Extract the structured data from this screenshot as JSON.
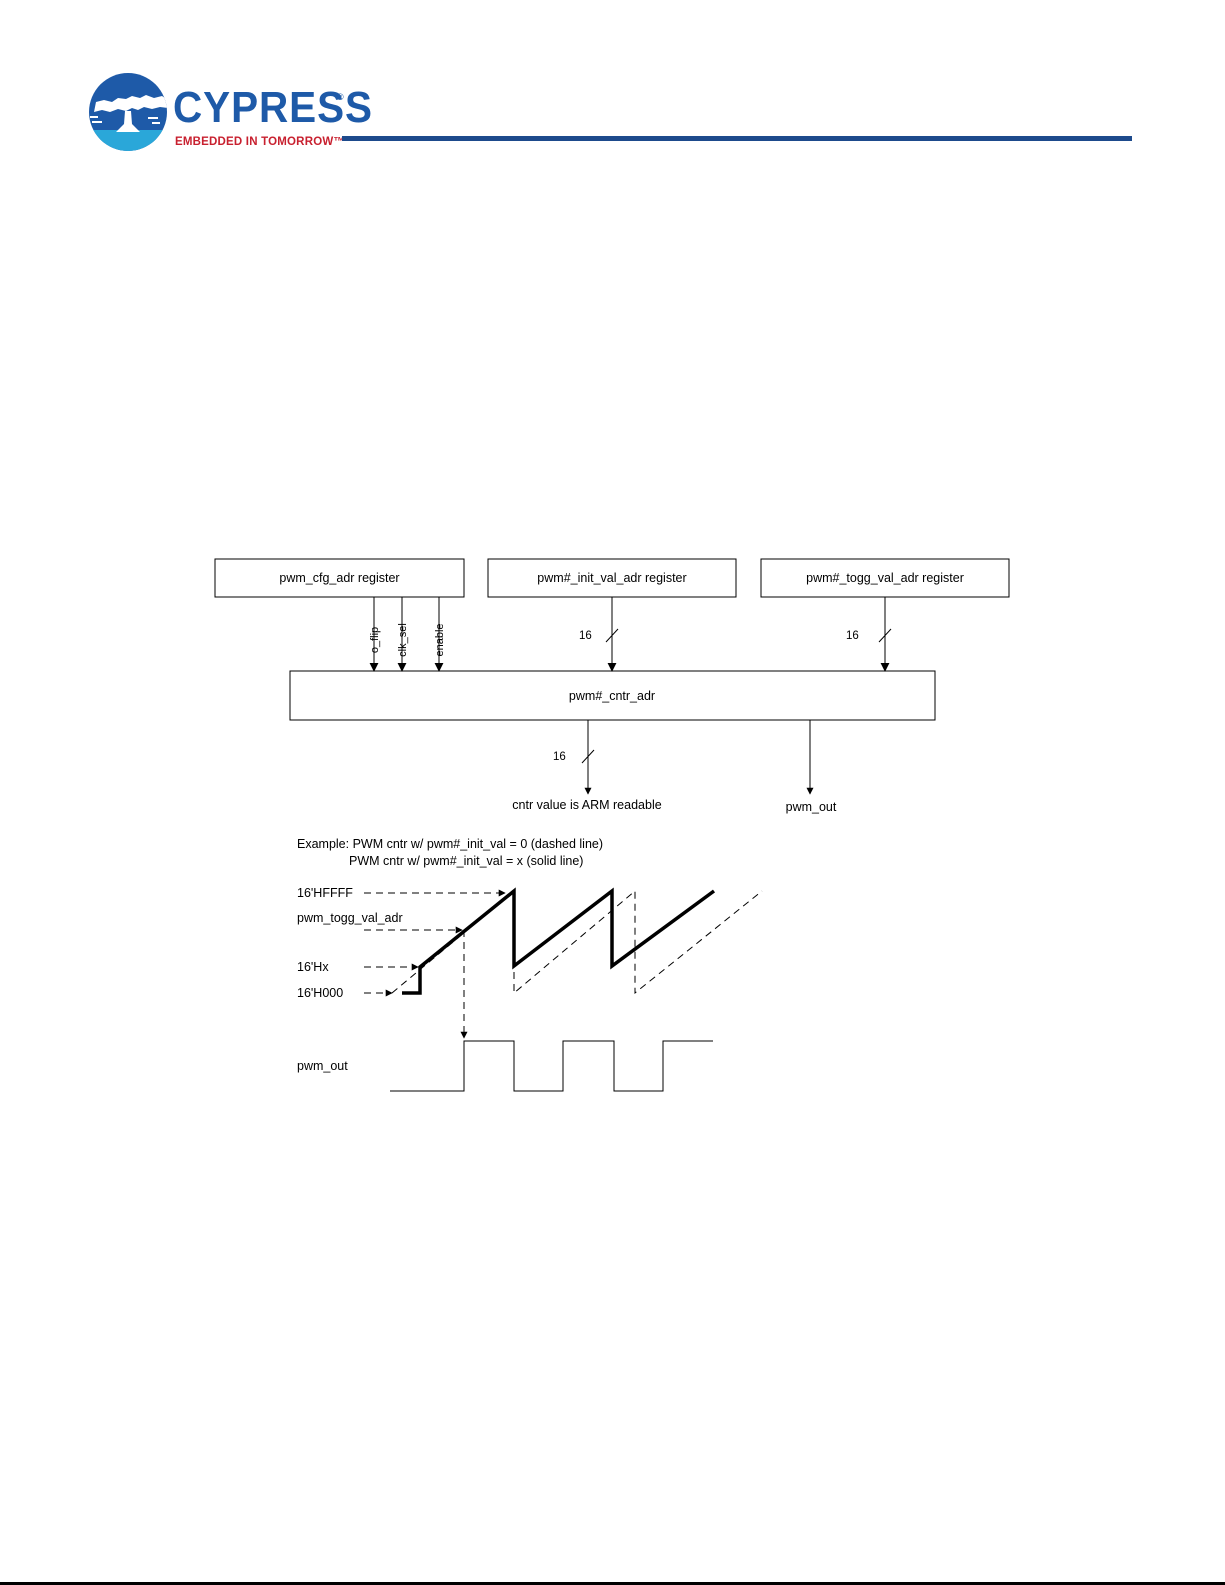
{
  "header": {
    "brand": "CYPRESS",
    "registered_mark": "®",
    "tagline": "EMBEDDED IN TOMORROW™",
    "colors": {
      "brand_blue": "#1e5aa8",
      "tagline_red": "#c8202f",
      "rule": "#1d4a8c"
    }
  },
  "block_diagram": {
    "cfg_register": "pwm_cfg_adr register",
    "init_register": "pwm#_init_val_adr register",
    "togg_register": "pwm#_togg_val_adr register",
    "counter": "pwm#_cntr_adr",
    "cfg_signals": [
      "o_flip",
      "clk_sel",
      "enable"
    ],
    "bus_width_init": "16",
    "bus_width_togg": "16",
    "bus_width_out": "16",
    "out_readable": "cntr value is ARM readable",
    "out_pwm": "pwm_out"
  },
  "waveform": {
    "example_line1": "Example: PWM cntr w/ pwm#_init_val = 0 (dashed line)",
    "example_line2": "PWM cntr w/ pwm#_init_val = x (solid line)",
    "level_max": "16'HFFFF",
    "level_togg": "pwm_togg_val_adr",
    "level_x": "16'Hx",
    "level_zero": "16'H000",
    "pwm_out_label": "pwm_out"
  }
}
